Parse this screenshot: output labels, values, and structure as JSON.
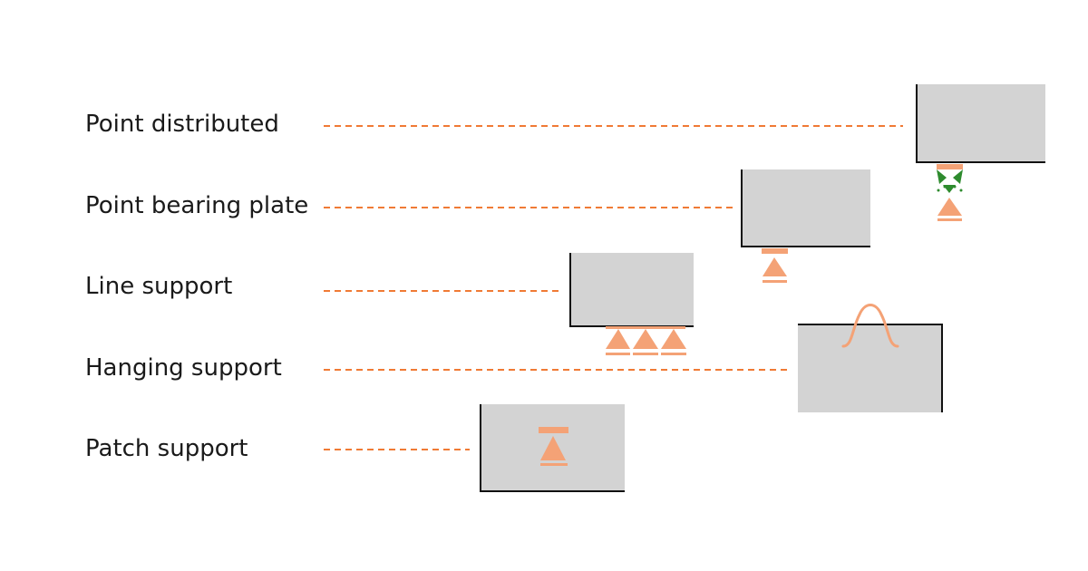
{
  "labels": {
    "point_distributed": "Point distributed",
    "point_bearing_plate": "Point bearing plate",
    "line_support": "Line support",
    "hanging_support": "Hanging support",
    "patch_support": "Patch support"
  },
  "colors": {
    "background": "#ffffff",
    "text": "#1a1a1a",
    "leader_line": "#f07a35",
    "support_symbol": "#f4a276",
    "support_spring_green": "#2e8b2e",
    "block_fill": "#d3d3d3",
    "block_edge": "#111111"
  }
}
